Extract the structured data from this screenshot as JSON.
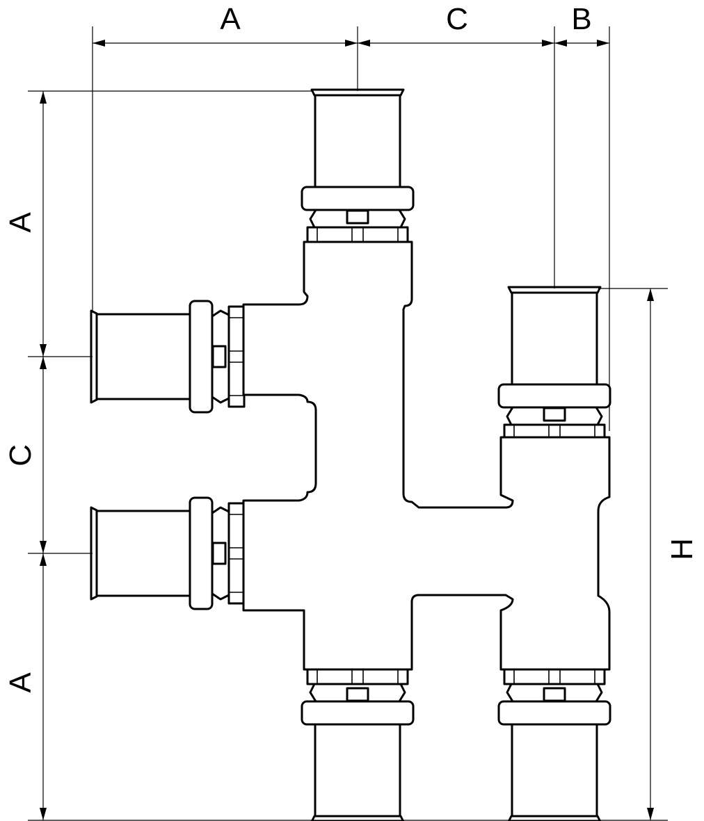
{
  "dimensions": {
    "top_left": "A",
    "top_middle": "C",
    "top_right": "B",
    "left_upper": "A",
    "left_middle": "C",
    "left_lower": "A",
    "right_height": "H"
  }
}
